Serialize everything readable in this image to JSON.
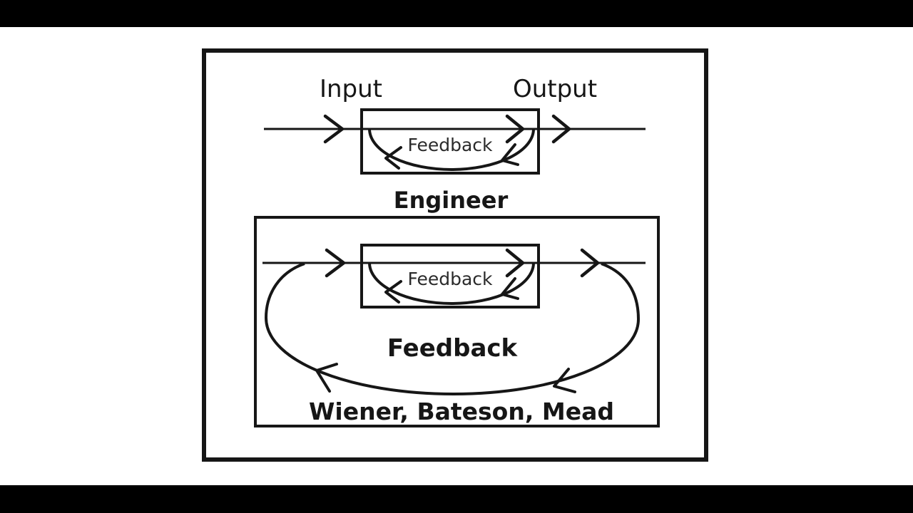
{
  "colors": {
    "ink": "#161616",
    "text_soft": "#2b2b2b",
    "background": "#ffffff",
    "letterbox": "#000000"
  },
  "engineer_diagram": {
    "input_label": "Input",
    "output_label": "Output",
    "feedback_label": "Feedback",
    "caption": "Engineer"
  },
  "wiener_diagram": {
    "feedback_label": "Feedback",
    "loop_caption": "Feedback",
    "caption": "Wiener, Bateson, Mead"
  }
}
